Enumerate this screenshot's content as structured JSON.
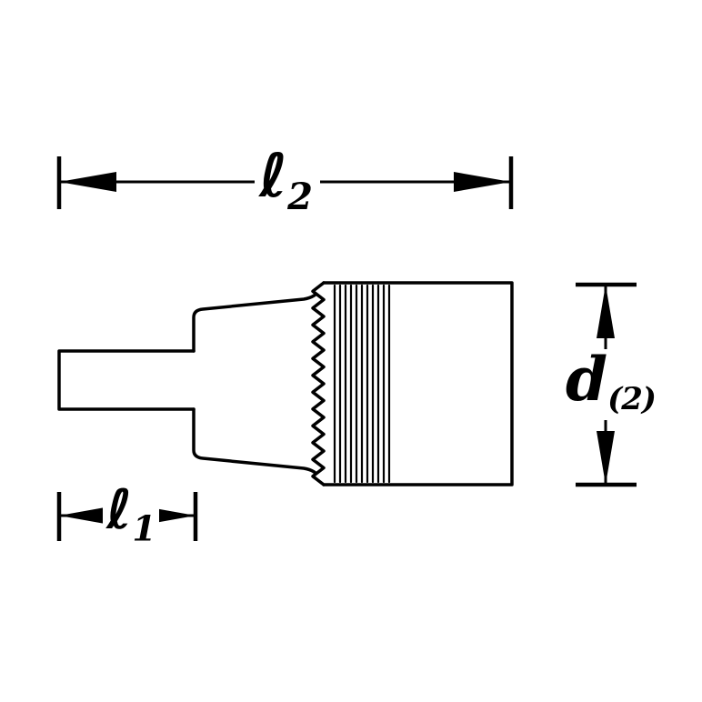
{
  "page": {
    "background": "#ffffff",
    "line_color": "#000000"
  },
  "diagram": {
    "type": "technical-drawing",
    "subject": "screwdriver-socket-side-view",
    "dimensions": {
      "overall_length": {
        "label": "ℓ",
        "subscript": "2"
      },
      "tip_length": {
        "label": "ℓ",
        "subscript": "1"
      },
      "diameter": {
        "label": "d",
        "subscript": "(2)"
      }
    }
  }
}
